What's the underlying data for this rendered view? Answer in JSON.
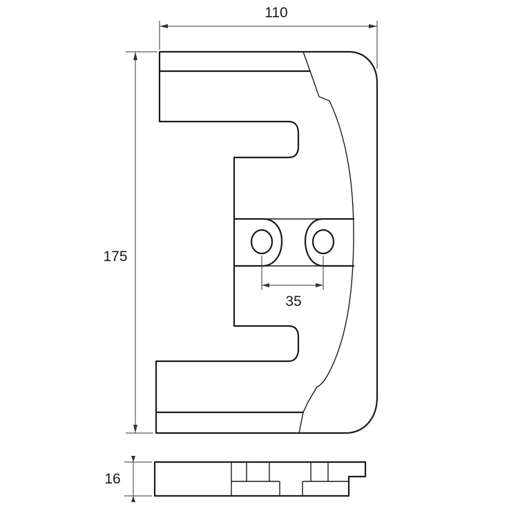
{
  "drawing": {
    "dimensions": {
      "width": "110",
      "height": "175",
      "hole_spacing": "35",
      "thickness": "16"
    }
  },
  "colors": {
    "line": "#1a1a1a",
    "background": "#ffffff"
  }
}
